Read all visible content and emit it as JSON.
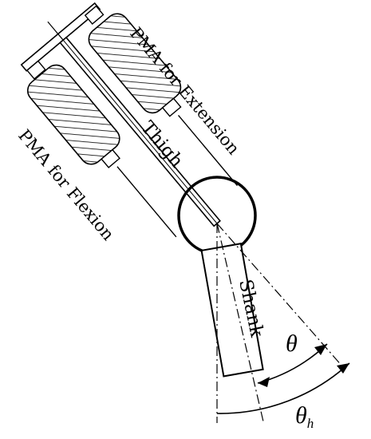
{
  "labels": {
    "pma_extension": "PMA for Extension",
    "pma_flexion": "PMA for Flexion",
    "thigh": "Thigh",
    "shank": "Shank",
    "theta": "θ",
    "theta_h_base": "θ",
    "theta_h_sub": "h"
  },
  "colors": {
    "stroke": "#000000",
    "fill": "#ffffff"
  }
}
